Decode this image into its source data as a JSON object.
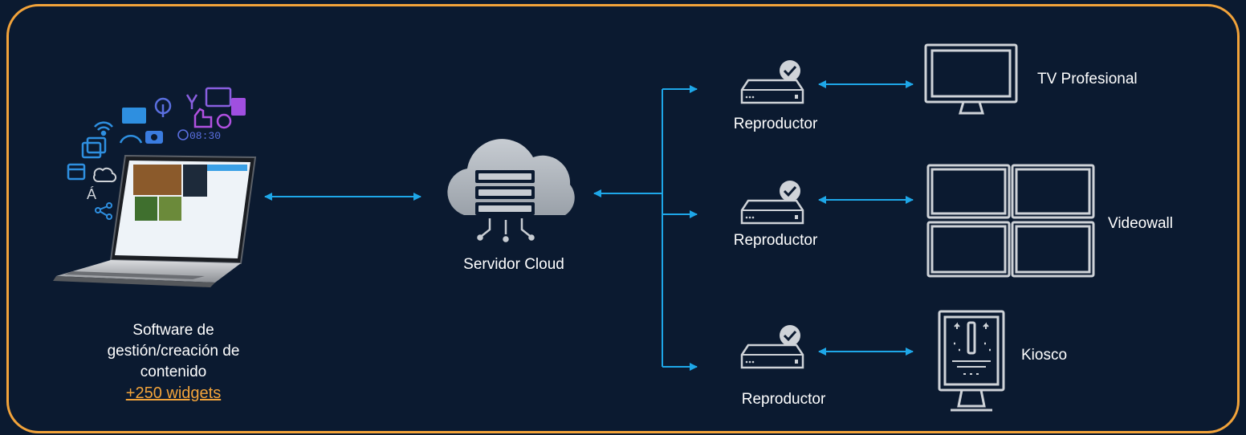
{
  "nodes": {
    "software": {
      "label_lines": [
        "Software de",
        "gestión/creación de",
        "contenido"
      ],
      "link": "+250 widgets",
      "clock": "08:30"
    },
    "server": {
      "label": "Servidor Cloud"
    },
    "players": [
      {
        "label": "Reproductor"
      },
      {
        "label": "Reproductor"
      },
      {
        "label": "Reproductor"
      }
    ],
    "outputs": [
      {
        "label": "TV Profesional"
      },
      {
        "label": "Videowall"
      },
      {
        "label": "Kiosco"
      }
    ]
  },
  "colors": {
    "background": "#0b1a30",
    "border": "#f2a33a",
    "arrow": "#1ea7e8",
    "device_stroke": "#cfd3d8",
    "link": "#f2a33a"
  }
}
